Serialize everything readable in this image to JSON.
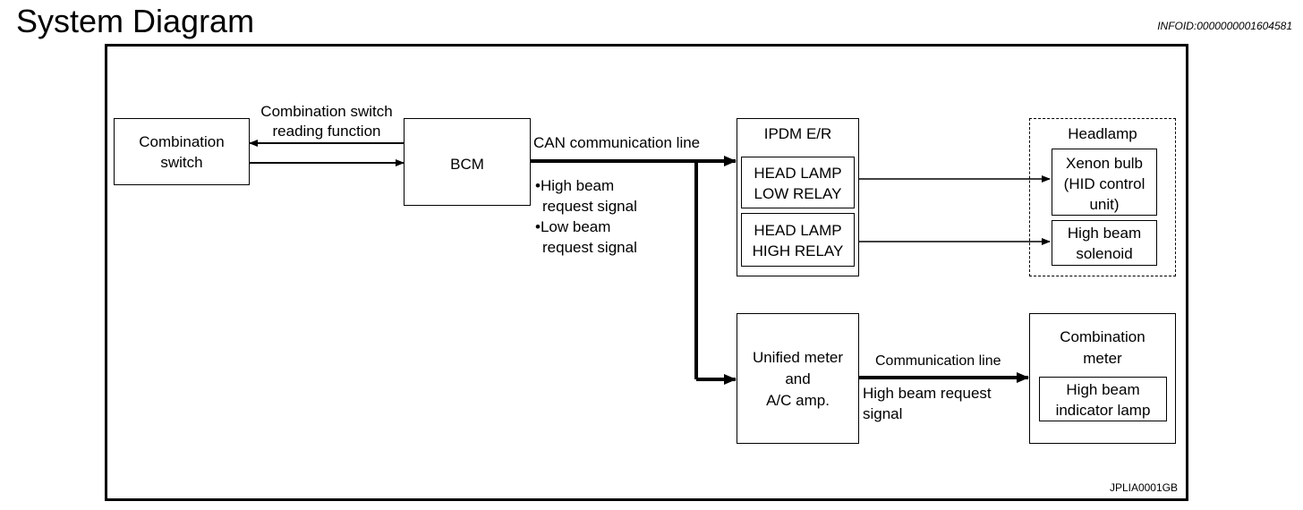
{
  "header": {
    "title": "System Diagram",
    "info_id": "INFOID:0000000001604581"
  },
  "diagram": {
    "nodes": {
      "combination_switch": {
        "label_line1": "Combination",
        "label_line2": "switch"
      },
      "bcm": {
        "label": "BCM"
      },
      "ipdm": {
        "label": "IPDM E/R"
      },
      "head_lamp_low_relay": {
        "label_line1": "HEAD LAMP",
        "label_line2": "LOW RELAY"
      },
      "head_lamp_high_relay": {
        "label_line1": "HEAD LAMP",
        "label_line2": "HIGH RELAY"
      },
      "headlamp": {
        "label": "Headlamp"
      },
      "xenon_bulb": {
        "label_line1": "Xenon bulb",
        "label_line2": "(HID control",
        "label_line3": "unit)"
      },
      "high_beam_solenoid": {
        "label_line1": "High beam",
        "label_line2": "solenoid"
      },
      "unified_meter": {
        "label_line1": "Unified meter",
        "label_line2": "and",
        "label_line3": "A/C amp."
      },
      "combination_meter": {
        "label_line1": "Combination",
        "label_line2": "meter"
      },
      "high_beam_indicator": {
        "label_line1": "High beam",
        "label_line2": "indicator lamp"
      }
    },
    "labels": {
      "reading_function_line1": "Combination switch",
      "reading_function_line2": "reading function",
      "can_line": "CAN communication line",
      "high_beam_req_line1": "•High beam",
      "high_beam_req_line2": "request signal",
      "low_beam_req_line1": "•Low beam",
      "low_beam_req_line2": "request signal",
      "comm_line": "Communication line",
      "meter_signal_line1": "High beam request",
      "meter_signal_line2": "signal"
    },
    "figure_id": "JPLIA0001GB"
  }
}
